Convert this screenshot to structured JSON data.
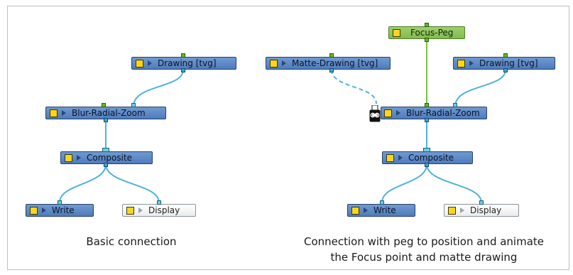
{
  "left_diagram": {
    "nodes": {
      "drawing": "Drawing  [tvg]",
      "blur": "Blur-Radial-Zoom",
      "composite": "Composite",
      "write": "Write",
      "display": "Display"
    },
    "caption": "Basic connection"
  },
  "right_diagram": {
    "nodes": {
      "focus_peg": "Focus-Peg",
      "matte_drawing": "Matte-Drawing  [tvg]",
      "drawing": "Drawing  [tvg]",
      "blur": "Blur-Radial-Zoom",
      "composite": "Composite",
      "write": "Write",
      "display": "Display"
    },
    "caption_line1": "Connection with peg to position and animate",
    "caption_line2": "the Focus point and matte drawing"
  },
  "colors": {
    "node_blue": "#5b88c8",
    "node_green": "#8dc55a",
    "node_white": "#f4f6f7",
    "wire_cyan": "#4fb3d9",
    "wire_green": "#7ec142",
    "toggle_yellow": "#ffd51c"
  }
}
